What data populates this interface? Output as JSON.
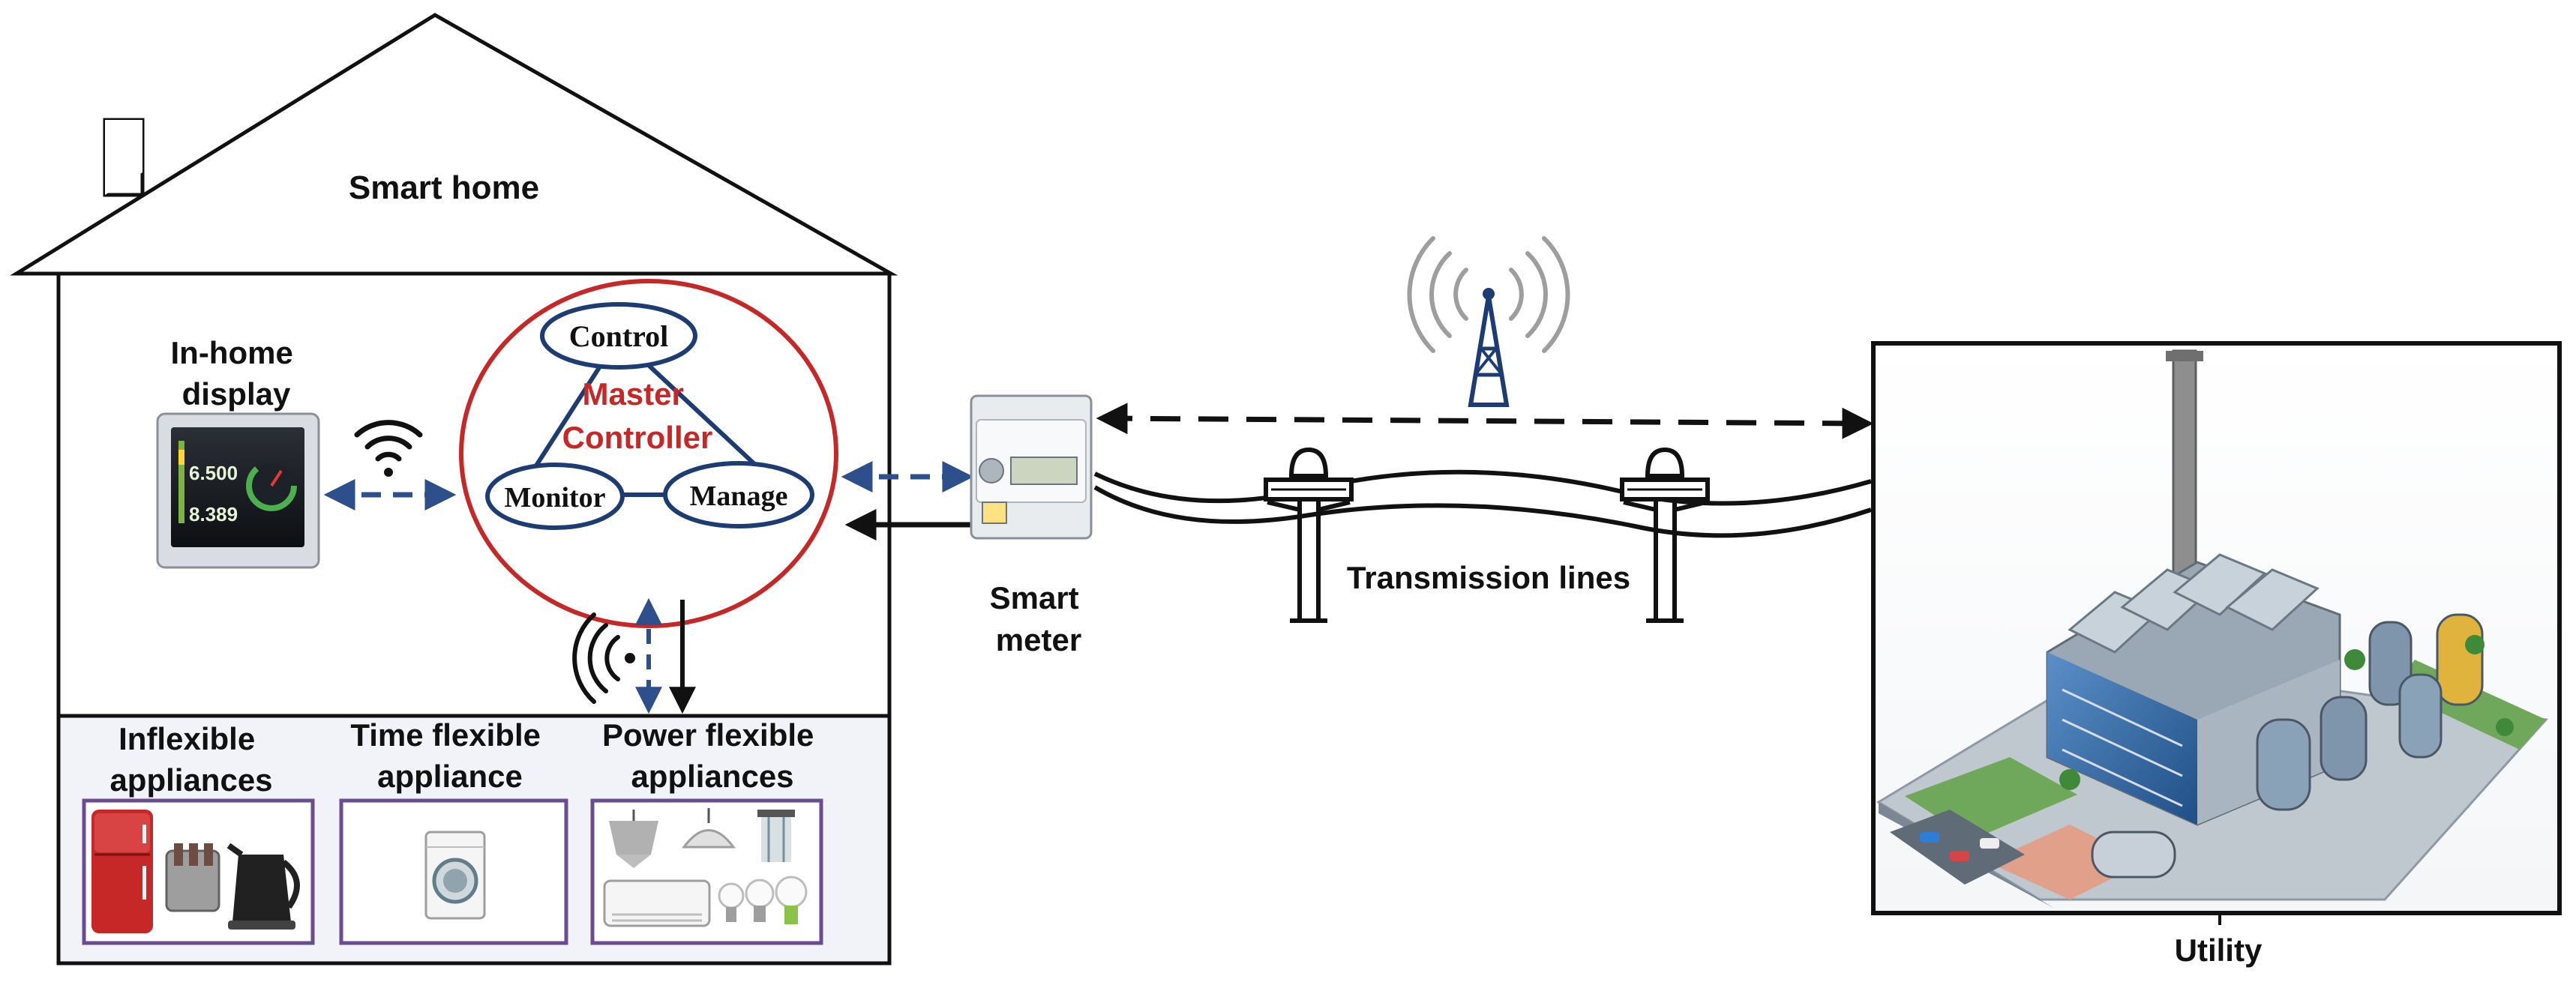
{
  "house": {
    "title": "Smart home",
    "display_label": [
      "In-home",
      "display"
    ],
    "display_readouts": [
      "6.500",
      "8.389"
    ]
  },
  "master_controller": {
    "title": [
      "Master",
      "Controller"
    ],
    "control": "Control",
    "monitor": "Monitor",
    "manage": "Manage",
    "accent_color": "#c62828"
  },
  "appliances": {
    "inflexible": [
      "Inflexible",
      "appliances"
    ],
    "time_flexible": [
      "Time flexible",
      "appliance"
    ],
    "power_flexible": [
      "Power flexible",
      "appliances"
    ]
  },
  "smart_meter": {
    "label": [
      "Smart",
      "meter"
    ]
  },
  "grid": {
    "transmission_label": "Transmission lines"
  },
  "utility": {
    "label": "Utility"
  },
  "icons": [
    "wifi-icon",
    "wireless-signal-icon",
    "radio-tower-icon"
  ],
  "colors": {
    "dashed_arrow": "#2d4f8c",
    "outline": "#111111",
    "appliance_border": "#6a4c93",
    "appliance_panel": "#f1f3f8"
  }
}
